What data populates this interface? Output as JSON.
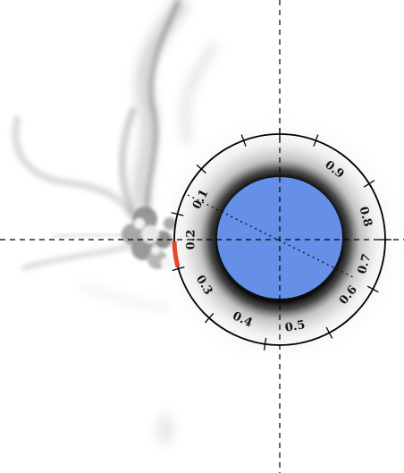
{
  "diagram": {
    "dial_labels": [
      {
        "text": "0.1",
        "angle": -63
      },
      {
        "text": "0.2",
        "angle": -90
      },
      {
        "text": "0.3",
        "angle": -121
      },
      {
        "text": "0.4",
        "angle": -155
      },
      {
        "text": "0.5",
        "angle": 170
      },
      {
        "text": "0.6",
        "angle": 129
      },
      {
        "text": "0.7",
        "angle": 106
      },
      {
        "text": "0.8",
        "angle": 75
      },
      {
        "text": "0.9",
        "angle": 38
      }
    ],
    "colors": {
      "disk": "#6690e8",
      "ring": "#000000",
      "marker": "#e8452c",
      "halo": "#1a1a1a",
      "smoke": "#555555"
    }
  }
}
